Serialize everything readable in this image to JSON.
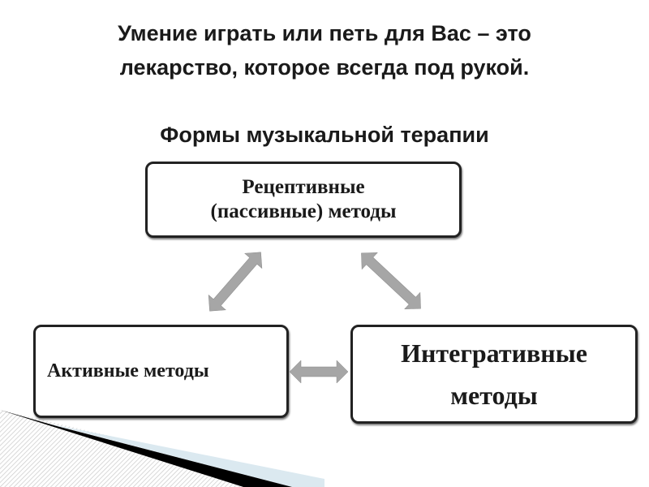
{
  "heading": {
    "line1": "Умение играть или петь для Вас – это",
    "line2": "лекарство, которое всегда под рукой.",
    "subtitle": "Формы музыкальной терапии"
  },
  "diagram": {
    "receptive": {
      "line1": "Рецептивные",
      "line2": "(пассивные) методы"
    },
    "active": "Активные методы",
    "integrative": {
      "line1": "Интегративные",
      "line2": "методы"
    },
    "arrow_color": "#a6a6a6"
  }
}
